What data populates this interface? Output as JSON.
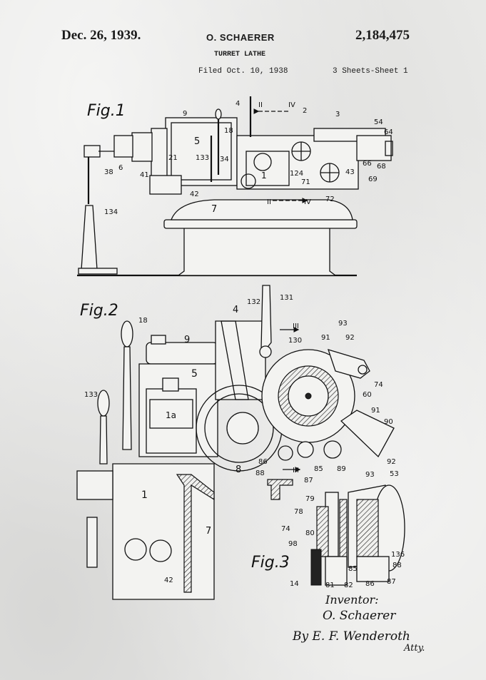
{
  "header": {
    "date": "Dec. 26, 1939.",
    "inventor": "O. SCHAERER",
    "patent_number": "2,184,475",
    "title": "TURRET LATHE",
    "filed": "Filed Oct. 10, 1938",
    "sheets": "3 Sheets-Sheet 1"
  },
  "figures": {
    "fig1": "Fig.1",
    "fig2": "Fig.2",
    "fig3": "Fig.3"
  },
  "fig1_labels": {
    "l4": "4",
    "l9": "9",
    "l2": "2",
    "l3": "3",
    "lII_top": "II",
    "lIV_top": "IV",
    "l54": "54",
    "l64": "64",
    "l18": "18",
    "l5": "5",
    "l21": "21",
    "l133": "133",
    "l34": "34",
    "l1": "1",
    "l124": "124",
    "l71": "71",
    "l43": "43",
    "l66": "66",
    "l68": "68",
    "l69": "69",
    "l72": "72",
    "l6": "6",
    "l38": "38",
    "l41": "41",
    "l42": "42",
    "lII_bot": "II",
    "lIV_bot": "IV",
    "l7": "7",
    "l134": "134"
  },
  "fig2_labels": {
    "l18": "18",
    "l9": "9",
    "l4": "4",
    "l132": "132",
    "l131": "131",
    "lIII_top": "III",
    "l130": "130",
    "l93": "93",
    "l91a": "91",
    "l92": "92",
    "l5": "5",
    "l74": "74",
    "l60": "60",
    "l1a": "1a",
    "l91b": "91",
    "l90": "90",
    "l133": "133",
    "l86": "86",
    "l88": "88",
    "l85": "85",
    "l89": "89",
    "l8": "8",
    "lIII_bot": "III",
    "l87": "87",
    "l1": "1",
    "l7": "7",
    "l42": "42"
  },
  "fig3_labels": {
    "l92": "92",
    "l93": "93",
    "l53": "53",
    "l79": "79",
    "l78": "78",
    "l74": "74",
    "l80": "80",
    "l98": "98",
    "l14": "14",
    "l81": "81",
    "l82": "82",
    "l85": "85",
    "l86": "86",
    "l136": "136",
    "l88": "88",
    "l87": "87"
  },
  "signature": {
    "line1": "Inventor:",
    "line2": "O. Schaerer",
    "line3": "By E. F. Wenderoth",
    "line4": "Atty."
  }
}
